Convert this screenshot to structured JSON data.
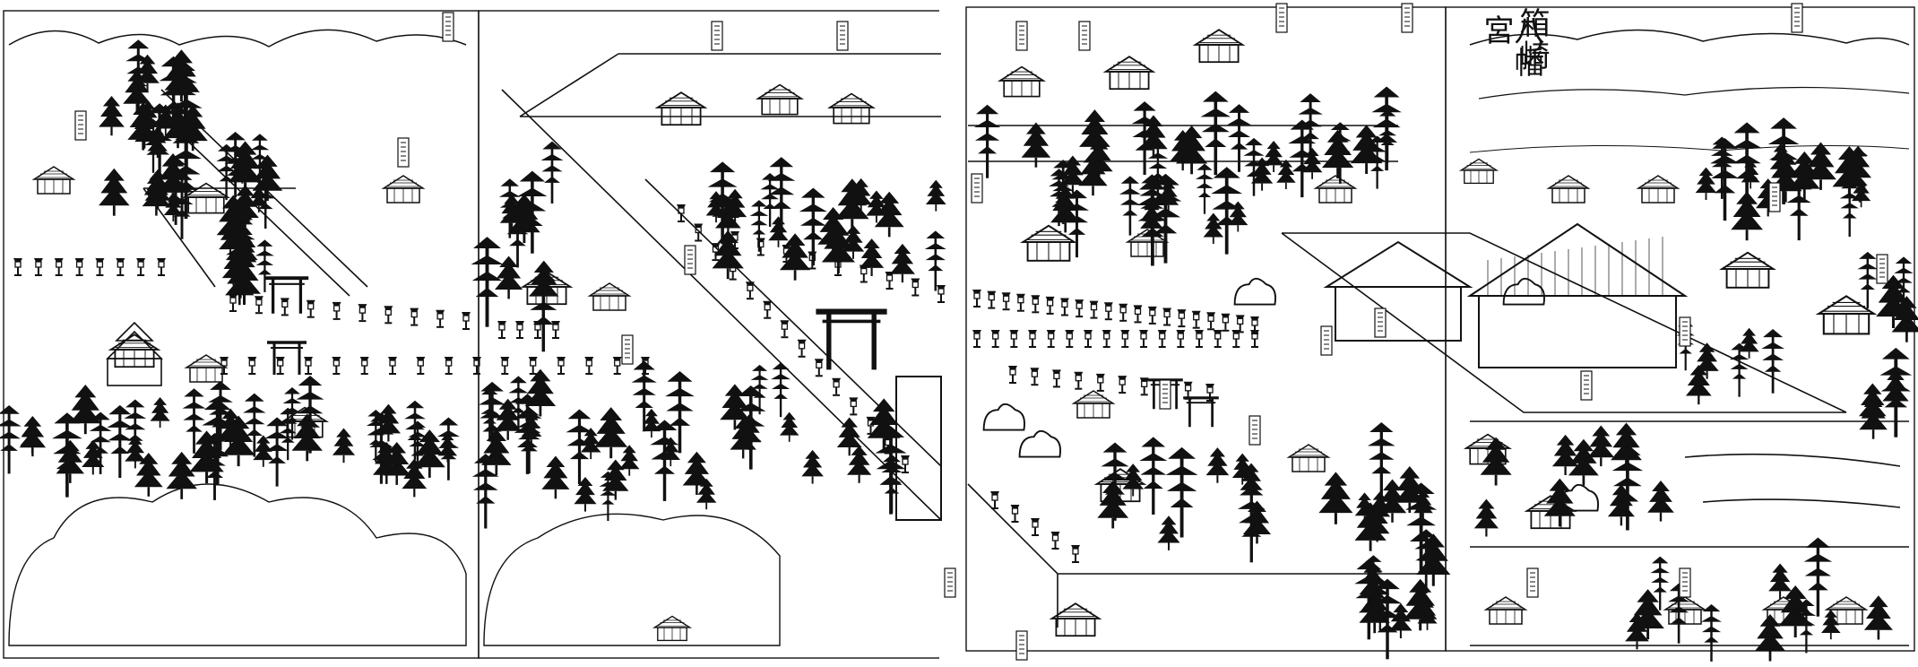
{
  "title": {
    "lines": [
      "箱崎",
      "八幡宮"
    ]
  },
  "colors": {
    "ink": "#111111",
    "paper": "#ffffff"
  },
  "scene": {
    "panel_count": 4
  }
}
